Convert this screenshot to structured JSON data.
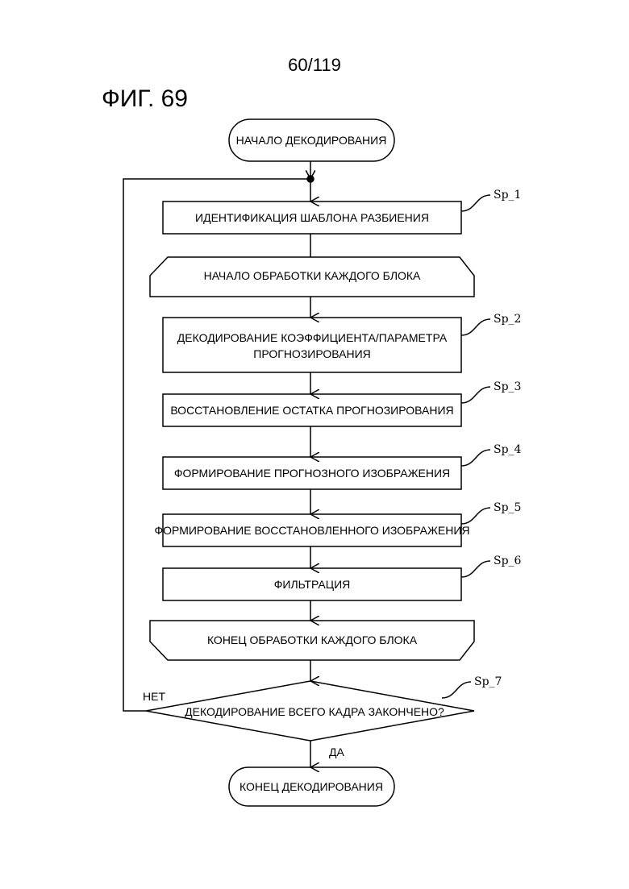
{
  "header": {
    "page_number": "60/119",
    "figure_title": "ФИГ. 69"
  },
  "flowchart": {
    "start": "НАЧАЛО ДЕКОДИРОВАНИЯ",
    "step1": "ИДЕНТИФИКАЦИЯ ШАБЛОНА РАЗБИЕНИЯ",
    "loop_start": "НАЧАЛО ОБРАБОТКИ КАЖДОГО БЛОКА",
    "step2_line1": "ДЕКОДИРОВАНИЕ КОЭФФИЦИЕНТА/ПАРАМЕТРА",
    "step2_line2": "ПРОГНОЗИРОВАНИЯ",
    "step3": "ВОССТАНОВЛЕНИЕ ОСТАТКА ПРОГНОЗИРОВАНИЯ",
    "step4": "ФОРМИРОВАНИЕ ПРОГНОЗНОГО ИЗОБРАЖЕНИЯ",
    "step5": "ФОРМИРОВАНИЕ ВОССТАНОВЛЕННОГО ИЗОБРАЖЕНИЯ",
    "step6": "ФИЛЬТРАЦИЯ",
    "loop_end": "КОНЕЦ ОБРАБОТКИ КАЖДОГО БЛОКА",
    "decision": "ДЕКОДИРОВАНИЕ ВСЕГО КАДРА ЗАКОНЧЕНО?",
    "no_label": "НЕТ",
    "yes_label": "ДА",
    "end": "КОНЕЦ ДЕКОДИРОВАНИЯ"
  },
  "step_refs": {
    "sp1": "Sp_1",
    "sp2": "Sp_2",
    "sp3": "Sp_3",
    "sp4": "Sp_4",
    "sp5": "Sp_5",
    "sp6": "Sp_6",
    "sp7": "Sp_7"
  }
}
